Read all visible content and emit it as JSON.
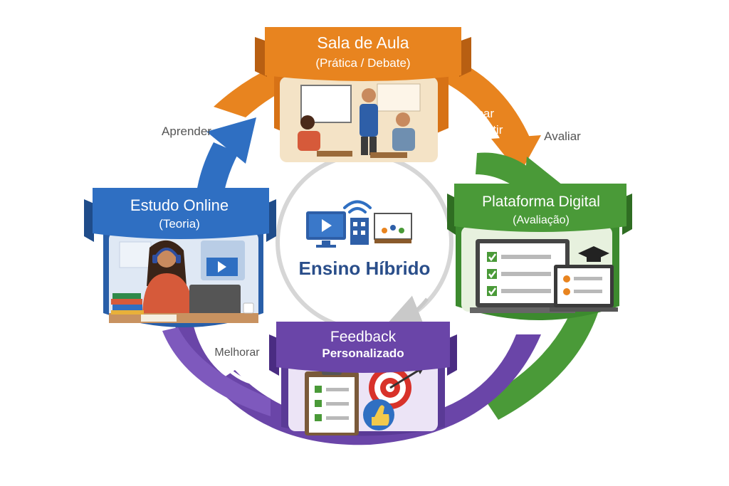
{
  "center": {
    "title": "Ensino Híbrido"
  },
  "stages": {
    "classroom": {
      "title": "Sala de Aula",
      "subtitle": "(Prática / Debate)",
      "color": "#e8841f"
    },
    "digital": {
      "title": "Plataforma Digital",
      "subtitle": "(Avaliação)",
      "color": "#4a9a38"
    },
    "feedback": {
      "title": "Feedback",
      "subtitle": "Personalizado",
      "color": "#6a45a8"
    },
    "online": {
      "title": "Estudo Online",
      "subtitle": "(Teoria)",
      "color": "#2f6fc2"
    }
  },
  "connectors": {
    "learn": "Aprender",
    "apply_line1": "Aplicar",
    "apply_line2": "& Discutir",
    "evaluate": "Avaliar",
    "improve": "Melhorar"
  },
  "icons": [
    "monitor-play-icon",
    "wifi-icon",
    "building-icon",
    "classroom-screen-icon",
    "checklist-icon",
    "graduation-cap-icon",
    "clipboard-icon",
    "target-icon",
    "thumbs-up-icon",
    "laptop-icon",
    "headphones-icon",
    "books-icon",
    "coffee-cup-icon"
  ]
}
